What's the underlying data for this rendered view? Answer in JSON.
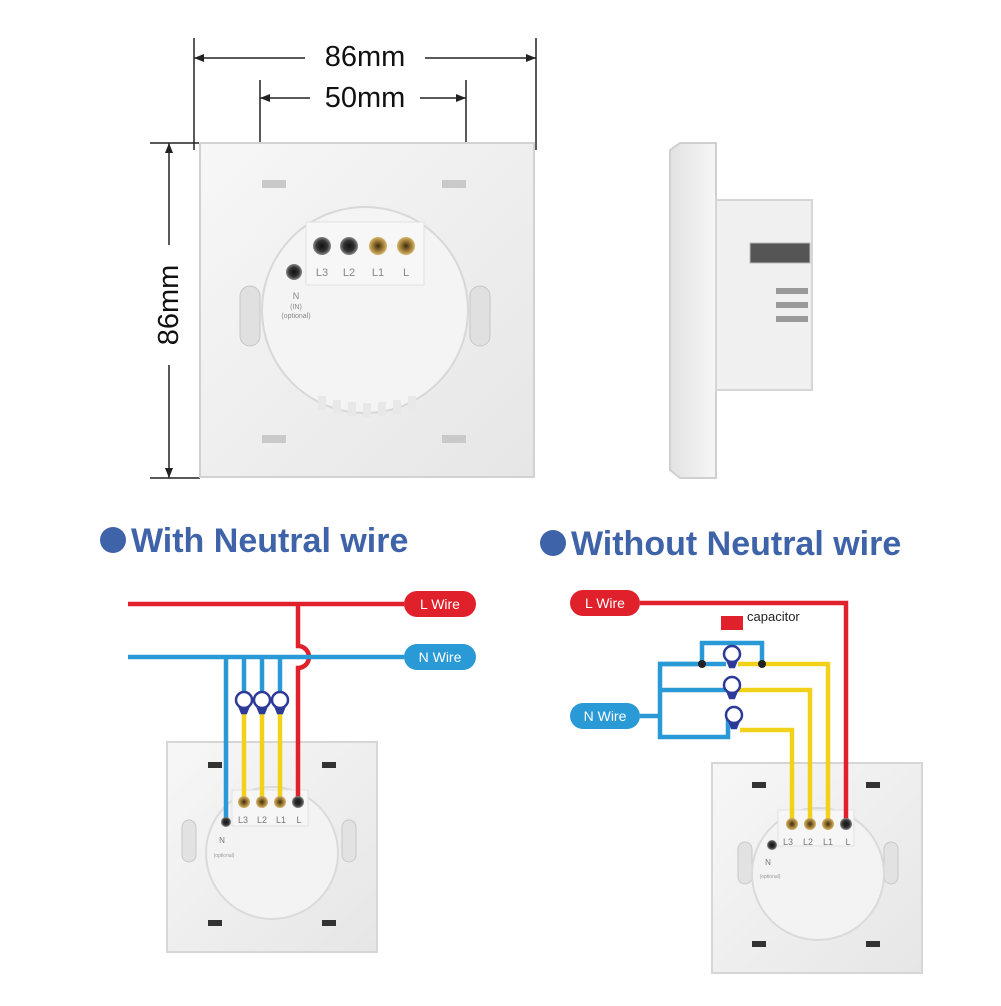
{
  "dimensions": {
    "overall_width": "86mm",
    "mount_width": "50mm",
    "overall_height": "86mm"
  },
  "terminals": {
    "l3": "L3",
    "l2": "L2",
    "l1": "L1",
    "l": "L",
    "n": "N",
    "n_in": "(IN)",
    "optional": "(optional)"
  },
  "sections": {
    "with_neutral": "With Neutral wire",
    "without_neutral": "Without Neutral wire"
  },
  "wire_labels": {
    "l_wire": "L Wire",
    "n_wire": "N Wire",
    "capacitor": "capacitor"
  },
  "colors": {
    "live": "#e0202a",
    "neutral": "#2a9ad6",
    "switched": "#f2d11a",
    "heading": "#3f63a8",
    "bullet": "#3f63a8",
    "bulb": "#2d3a9a",
    "capacitor": "#e0202a"
  }
}
